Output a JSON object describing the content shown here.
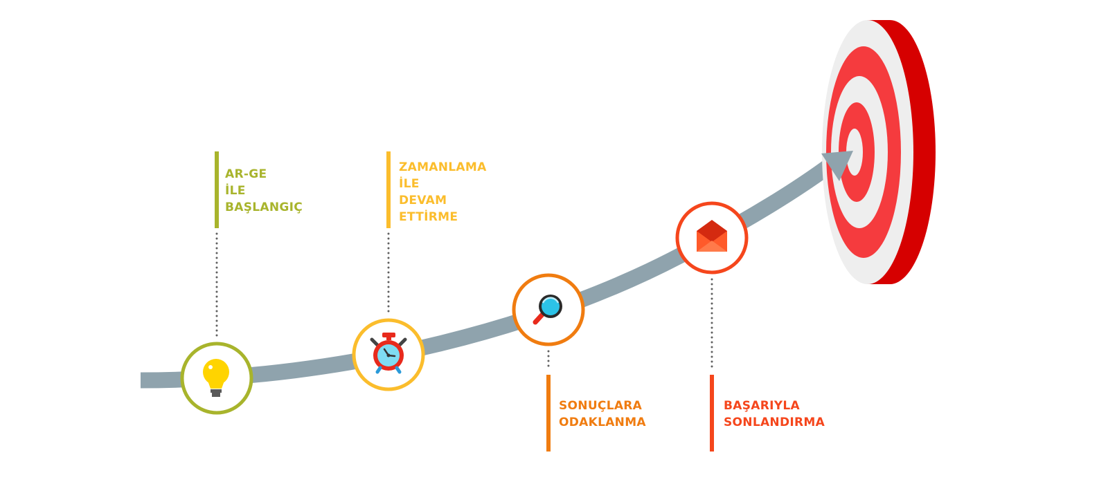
{
  "colors": {
    "path": "#8fa3ad",
    "step1": "#a8b42c",
    "step2": "#fbbd2c",
    "step3": "#f07c10",
    "step4": "#f5461c",
    "target_red": "#f53b3e",
    "target_dark": "#d60000",
    "target_white": "#eeeeee"
  },
  "steps": [
    {
      "icon": "light-bulb-icon",
      "lines": [
        "AR-GE",
        "İLE",
        "BAŞLANGIÇ"
      ]
    },
    {
      "icon": "alarm-clock-icon",
      "lines": [
        "ZAMANLAMA",
        "İLE",
        "DEVAM",
        "ETTİRME"
      ]
    },
    {
      "icon": "magnifier-icon",
      "lines": [
        "SONUÇLARA",
        "ODAKLANMA"
      ]
    },
    {
      "icon": "envelope-icon",
      "lines": [
        "BAŞARIYLA",
        "SONLANDIRMA"
      ]
    }
  ],
  "target": {
    "icon": "target-icon"
  }
}
